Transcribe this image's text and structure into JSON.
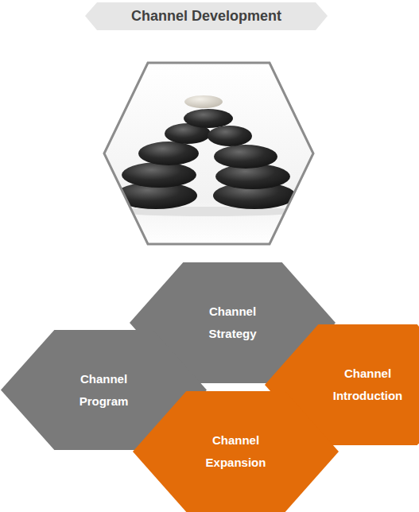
{
  "diagram": {
    "title": "Channel Development",
    "nodes": [
      {
        "text": [
          "Channel Strategy"
        ]
      },
      {
        "text": [
          "Channel Introduction"
        ]
      },
      {
        "text": [
          "Channel Program"
        ]
      },
      {
        "text": [
          "Channel Expansion"
        ]
      }
    ]
  }
}
